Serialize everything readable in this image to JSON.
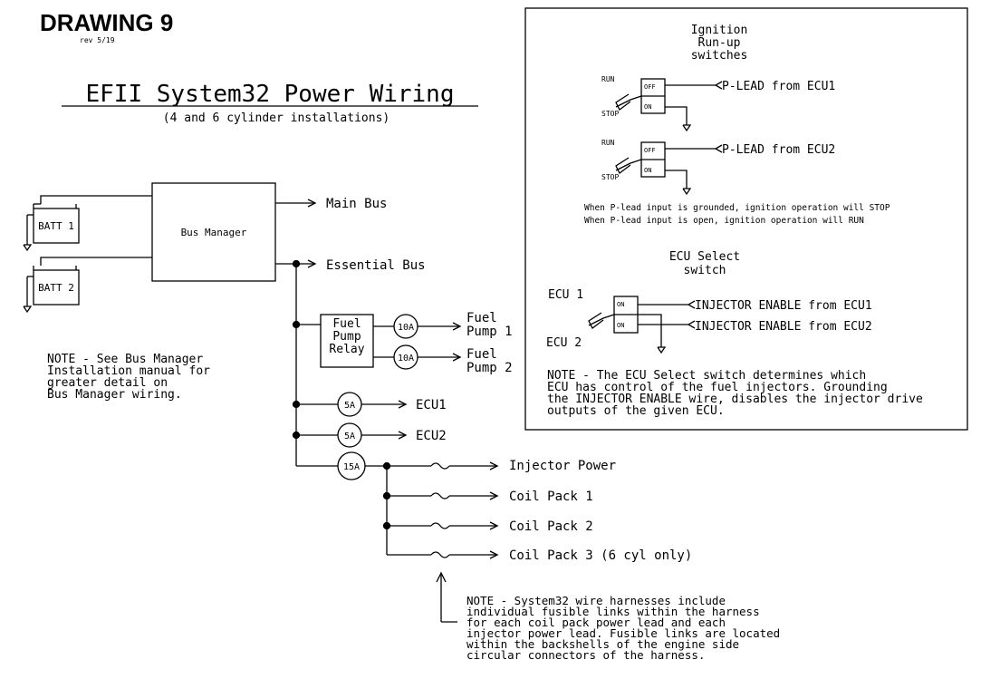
{
  "header": {
    "drawing": "DRAWING 9",
    "rev": "rev 5/19"
  },
  "diagram_title": "EFII System32 Power Wiring",
  "diagram_subtitle": "(4 and 6 cylinder installations)",
  "batteries": [
    "BATT 1",
    "BATT 2"
  ],
  "bus_manager": "Bus Manager",
  "buses": {
    "main": "Main Bus",
    "essential": "Essential Bus"
  },
  "relay": [
    "Fuel",
    "Pump",
    "Relay"
  ],
  "fuses": {
    "pump1": "10A",
    "pump2": "10A",
    "ecu1": "5A",
    "ecu2": "5A",
    "injector": "15A"
  },
  "outputs": {
    "pump1": [
      "Fuel",
      "Pump 1"
    ],
    "pump2": [
      "Fuel",
      "Pump 2"
    ],
    "ecu1": "ECU1",
    "ecu2": "ECU2",
    "injector_power": "Injector Power",
    "coil1": "Coil Pack 1",
    "coil2": "Coil Pack 2",
    "coil3": "Coil Pack 3 (6 cyl only)"
  },
  "note_bus_manager": [
    "NOTE - See Bus Manager",
    "Installation manual for",
    "greater detail on",
    "Bus Manager wiring."
  ],
  "note_harness": [
    "NOTE - System32 wire harnesses include",
    "individual fusible links within the harness",
    "for each coil pack power lead and each",
    "injector power lead. Fusible links are located",
    "within the backshells of the engine side",
    "circular connectors of the harness."
  ],
  "ignition": {
    "title": [
      "Ignition",
      "Run-up",
      "switches"
    ],
    "run": "RUN",
    "stop": "STOP",
    "off": "OFF",
    "on": "ON",
    "plead1": "P-LEAD from ECU1",
    "plead2": "P-LEAD from ECU2",
    "explain": [
      "When P-lead input is grounded, ignition operation will STOP",
      "When P-lead input is open, ignition operation will RUN"
    ]
  },
  "ecu_select": {
    "title": [
      "ECU Select",
      "switch"
    ],
    "ecu1": "ECU 1",
    "ecu2": "ECU 2",
    "on": "ON",
    "inj1": "INJECTOR ENABLE from ECU1",
    "inj2": "INJECTOR ENABLE from ECU2",
    "note": [
      "NOTE - The ECU Select switch determines which",
      "ECU has control of the fuel injectors. Grounding",
      "the INJECTOR ENABLE wire, disables the injector drive",
      "outputs of the given ECU."
    ]
  }
}
